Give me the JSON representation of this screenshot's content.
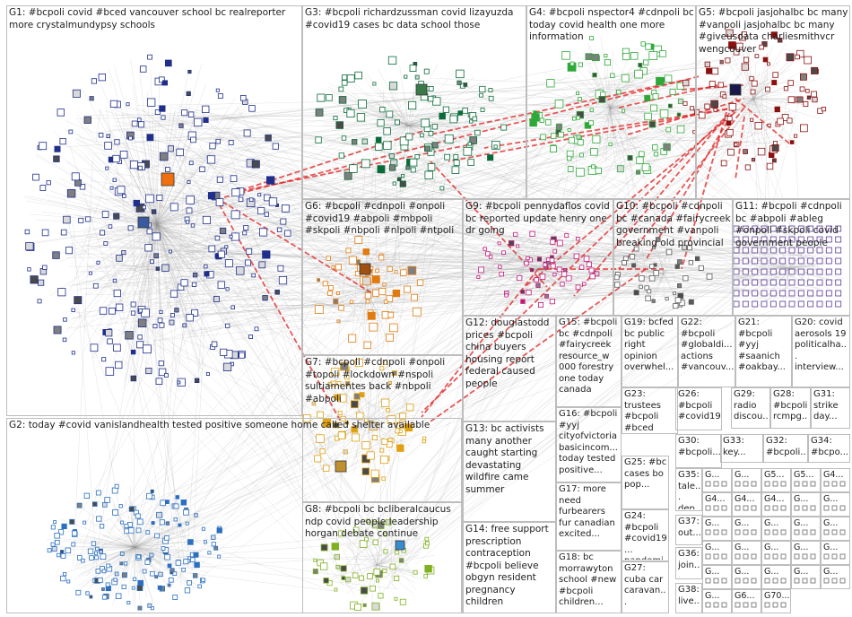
{
  "graph": {
    "groups": [
      {
        "id": "G1",
        "label": "G1: #bcpoli covid #bced vancouver school bc realreporter more crystalmundypsy schools",
        "color": "#1f2f8a"
      },
      {
        "id": "G2",
        "label": "G2: today #covid vanislandhealth tested positive someone home called shelter available",
        "color": "#2a6fc2"
      },
      {
        "id": "G3",
        "label": "G3: #bcpoli richardzussman covid lizayuzda #covid19 cases bc data school those",
        "color": "#0a6b3a"
      },
      {
        "id": "G4",
        "label": "G4: #bcpoli nspector4 #cdnpoli bc today covid health one more information",
        "color": "#2fa83a"
      },
      {
        "id": "G5",
        "label": "G5: #bcpoli jasjohalbc bc many #vanpoli jasjohalbc bc many #giveusdata charliesmithvcr wengcouver",
        "color": "#8b1010"
      },
      {
        "id": "G6",
        "label": "G6: #bcpoli #cdnpoli #onpoli #covid19 #abpoli #mbpoli #skpoli #nbpoli #nlpoli #ntpoli",
        "color": "#e07b10"
      },
      {
        "id": "G7",
        "label": "G7: #bcpoli #cdnpoli #onpoli #topoli #lockdown #nspoli sultiamentes back #nbpoli #abpoli",
        "color": "#e0a010"
      },
      {
        "id": "G8",
        "label": "G8: #bcpoli bc bcliberalcaucus ndp covid people leadership horgan debate continue",
        "color": "#7fb020"
      },
      {
        "id": "G9",
        "label": "G9: #bcpoli pennydaflos covid bc reported update henry one dr going",
        "color": "#c2187a"
      },
      {
        "id": "G10",
        "label": "G10: #bcpoli #cdnpoli bc #canada #fairycreek government #vanpoli breaking old provincial",
        "color": "#5a5a5a"
      },
      {
        "id": "G11",
        "label": "G11: #bcpoli #cdnpoli bc #abpoli #ableg #onpoli #skpoli covid government people",
        "color": "#5a3a9a"
      },
      {
        "id": "G12",
        "label": "G12: douglastodd prices #bcpoli china buyers housing report federal caused people",
        "color": "#888888"
      },
      {
        "id": "G13",
        "label": "G13: bc activists many another caught starting devastating wildfire came summer",
        "color": "#3a3a8a"
      },
      {
        "id": "G14",
        "label": "G14: free support prescription contraception #bcpoli believe obgyn resident pregnancy children",
        "color": "#888888"
      },
      {
        "id": "G15",
        "label": "G15: #bcpoli bc #cdnpoli #fairycreek resource_w 000 forestry one today canada",
        "color": "#888888"
      },
      {
        "id": "G16",
        "label": "G16: #bcpoli #yyj cityofvictoria basicincom... today tested positive...",
        "color": "#888888"
      },
      {
        "id": "G17",
        "label": "G17: more need furbearers fur canadian excited...",
        "color": "#888888"
      },
      {
        "id": "G18",
        "label": "G18: bc morrawyton school #new #bcpoli children...",
        "color": "#888888"
      },
      {
        "id": "G19",
        "label": "G19: bcfed bc public right opinion overwhel...",
        "color": "#888888"
      },
      {
        "id": "G20",
        "label": "G20: covid aerosols 19 politicalha... interview...",
        "color": "#888888"
      },
      {
        "id": "G21",
        "label": "G21: #bcpoli #yyj #saanich #oakbay...",
        "color": "#888888"
      },
      {
        "id": "G22",
        "label": "G22: #bcpoli #globaldi... actions #vancouv...",
        "color": "#888888"
      },
      {
        "id": "G23",
        "label": "G23: trustees #bcpoli #bced challenge...",
        "color": "#888888"
      },
      {
        "id": "G24",
        "label": "G24: #bcpoli #covid19... pandemi...",
        "color": "#888888"
      },
      {
        "id": "G25",
        "label": "G25: #bc cases bo pop...",
        "color": "#888888"
      },
      {
        "id": "G26",
        "label": "G26: #bcpoli #covid19...",
        "color": "#888888"
      },
      {
        "id": "G27",
        "label": "G27: cuba car caravan...",
        "color": "#888888"
      },
      {
        "id": "G28",
        "label": "G28: #bcpoli rcmpg...",
        "color": "#888888"
      },
      {
        "id": "G29",
        "label": "G29: radio discou...",
        "color": "#888888"
      },
      {
        "id": "G30",
        "label": "G30: #bcpoli...",
        "color": "#888888"
      },
      {
        "id": "G31",
        "label": "G31: strike day...",
        "color": "#888888"
      },
      {
        "id": "G32",
        "label": "G32: #bcpoli...",
        "color": "#888888"
      },
      {
        "id": "G33",
        "label": "G33: key...",
        "color": "#888888"
      },
      {
        "id": "G34",
        "label": "G34: #bcpo...",
        "color": "#888888"
      },
      {
        "id": "G35",
        "label": "G35: tale... dep...",
        "color": "#888888"
      },
      {
        "id": "G36",
        "label": "G36: join...",
        "color": "#888888"
      },
      {
        "id": "G37",
        "label": "G37: out...",
        "color": "#888888"
      },
      {
        "id": "G38",
        "label": "G38: live...",
        "color": "#888888"
      }
    ],
    "mini_labels": [
      "G...",
      "G...",
      "G5...",
      "G5...",
      "G4...",
      "G4...",
      "G4...",
      "G4...",
      "G...",
      "G...",
      "G...",
      "G...",
      "G...",
      "G...",
      "G...",
      "G...",
      "G...",
      "G...",
      "G...",
      "G...",
      "G...",
      "G...",
      "G...",
      "G...",
      "G...",
      "G...",
      "G6...",
      "G70..."
    ],
    "colors": {
      "edge_gray": "#9a9a9a",
      "edge_red": "#e02020",
      "box_border": "#bdbdbd",
      "label_text": "#1e1e1e"
    }
  }
}
